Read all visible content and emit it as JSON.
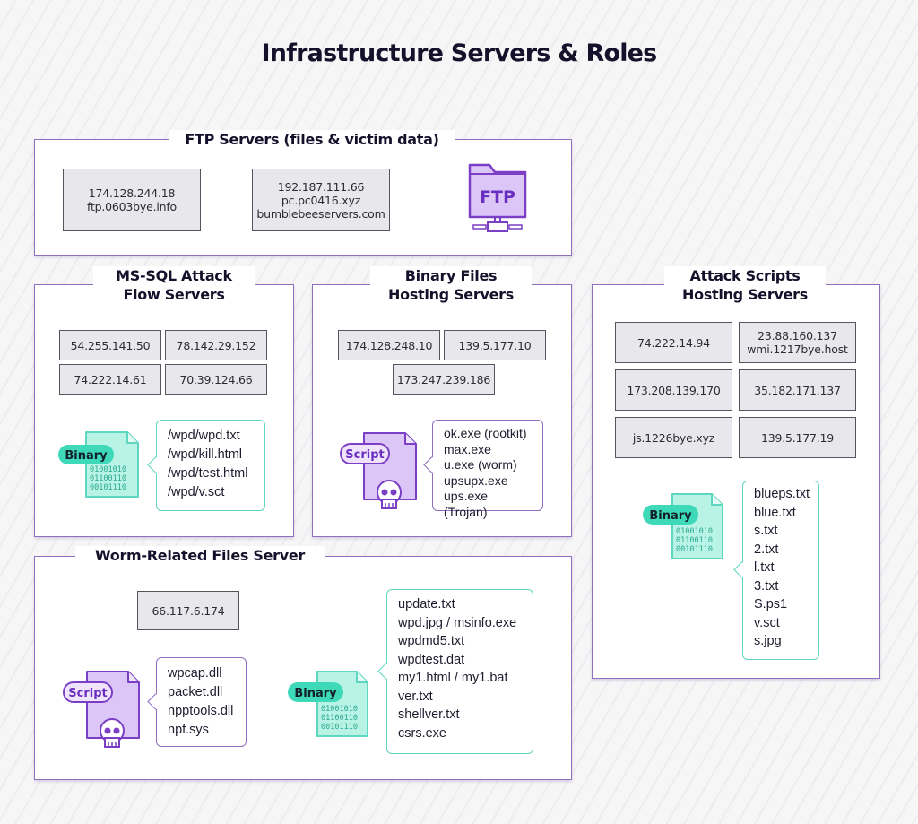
{
  "title": "Infrastructure Servers & Roles",
  "colors": {
    "panel_border": "#8f6fc0",
    "binary_accent": "#5fd6bf",
    "binary_fill": "#b8f3e6",
    "script_accent": "#7a3fc4",
    "script_fill": "#dcc6f7",
    "ip_box_fill": "#e8e8ec"
  },
  "ftp": {
    "title": "FTP Servers (files & victim data)",
    "servers": [
      {
        "lines": [
          "174.128.244.18",
          "ftp.0603bye.info"
        ]
      },
      {
        "lines": [
          "192.187.111.66",
          "pc.pc0416.xyz",
          "bumblebeeservers.com"
        ]
      }
    ],
    "icon": {
      "name": "ftp-folder-icon",
      "label": "FTP"
    }
  },
  "mssql": {
    "title_lines": [
      "MS-SQL Attack",
      "Flow Servers"
    ],
    "servers": [
      "54.255.141.50",
      "78.142.29.152",
      "74.222.14.61",
      "70.39.124.66"
    ],
    "file_icon": {
      "type": "binary",
      "badge": "Binary",
      "bits": [
        "01001010",
        "01100110",
        "00101110"
      ]
    },
    "files": [
      "/wpd/wpd.txt",
      "/wpd/kill.html",
      "/wpd/test.html",
      "/wpd/v.sct"
    ]
  },
  "binary_hosting": {
    "title_lines": [
      "Binary Files",
      "Hosting Servers"
    ],
    "servers": [
      "174.128.248.10",
      "139.5.177.10",
      "173.247.239.186"
    ],
    "file_icon": {
      "type": "script",
      "badge": "Script"
    },
    "files": [
      "ok.exe (rootkit)",
      "max.exe",
      "u.exe (worm)",
      "upsupx.exe",
      "ups.exe (Trojan)"
    ]
  },
  "attack_scripts": {
    "title_lines": [
      "Attack Scripts",
      "Hosting Servers"
    ],
    "servers": [
      {
        "lines": [
          "74.222.14.94"
        ]
      },
      {
        "lines": [
          "23.88.160.137",
          "wmi.1217bye.host"
        ]
      },
      {
        "lines": [
          "173.208.139.170"
        ]
      },
      {
        "lines": [
          "35.182.171.137"
        ]
      },
      {
        "lines": [
          "js.1226bye.xyz"
        ]
      },
      {
        "lines": [
          "139.5.177.19"
        ]
      }
    ],
    "file_icon": {
      "type": "binary",
      "badge": "Binary",
      "bits": [
        "01001010",
        "01100110",
        "00101110"
      ]
    },
    "files": [
      "blueps.txt",
      "blue.txt",
      "s.txt",
      "2.txt",
      "l.txt",
      "3.txt",
      "S.ps1",
      "v.sct",
      "s.jpg"
    ]
  },
  "worm": {
    "title": "Worm-Related Files Server",
    "servers": [
      "66.117.6.174"
    ],
    "script_icon": {
      "type": "script",
      "badge": "Script"
    },
    "script_files": [
      "wpcap.dll",
      "packet.dll",
      "npptools.dll",
      "npf.sys"
    ],
    "binary_icon": {
      "type": "binary",
      "badge": "Binary",
      "bits": [
        "01001010",
        "01100110",
        "00101110"
      ]
    },
    "binary_files": [
      "update.txt",
      "wpd.jpg / msinfo.exe",
      "wpdmd5.txt",
      "wpdtest.dat",
      "my1.html / my1.bat",
      "ver.txt",
      "shellver.txt",
      "csrs.exe"
    ]
  }
}
